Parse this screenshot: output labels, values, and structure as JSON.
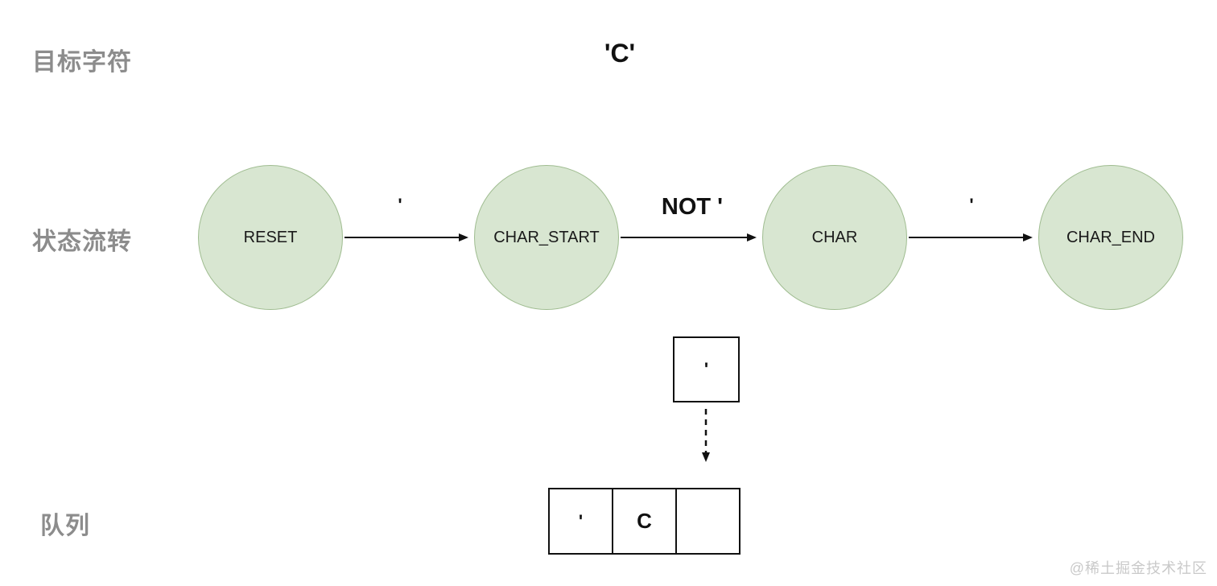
{
  "rows": {
    "target_char_label": "目标字符",
    "state_flow_label": "状态流转",
    "queue_label": "队列"
  },
  "target_char": {
    "value": "'C'"
  },
  "state_machine": {
    "node_fill": "#d8e6d1",
    "node_stroke": "#9fbc90",
    "states": [
      {
        "label": "RESET"
      },
      {
        "label": "CHAR_START"
      },
      {
        "label": "CHAR"
      },
      {
        "label": "CHAR_END"
      }
    ],
    "transitions": [
      {
        "from": "RESET",
        "to": "CHAR_START",
        "label": "'"
      },
      {
        "from": "CHAR_START",
        "to": "CHAR",
        "label": "NOT '"
      },
      {
        "from": "CHAR",
        "to": "CHAR_END",
        "label": "'"
      }
    ]
  },
  "token_box": {
    "value": "'"
  },
  "queue": {
    "cells": [
      {
        "value": "'"
      },
      {
        "value": "C"
      },
      {
        "value": ""
      }
    ]
  },
  "watermark": "@稀土掘金技术社区"
}
